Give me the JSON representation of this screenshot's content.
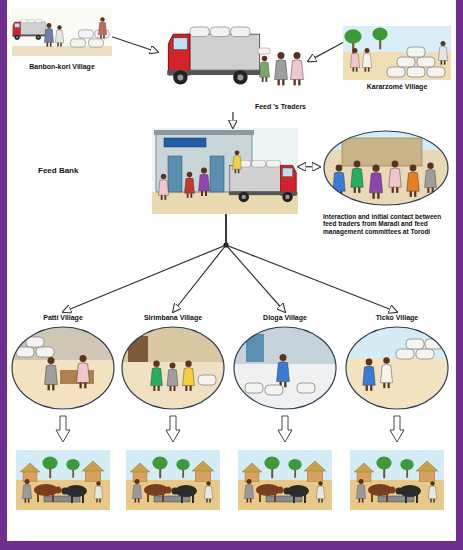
{
  "diagram": {
    "nodes": [
      {
        "text": [
          "Banbon-kori Village"
        ]
      },
      {
        "text": [
          "Kararzomé Village"
        ]
      },
      {
        "text": [
          "Feed 's Traders"
        ]
      },
      {
        "text": [
          "Feed Bank"
        ]
      },
      {
        "text": [
          "Interaction and initial contact between feed traders from Maradi and feed management committees at Torodi"
        ]
      },
      {
        "text": [
          "Patti Village"
        ]
      },
      {
        "text": [
          "Sirimbana Village"
        ]
      },
      {
        "text": [
          "Dioga Village"
        ]
      },
      {
        "text": [
          "Ticko Village"
        ]
      }
    ],
    "edges": [
      {
        "from": 0,
        "to": 2,
        "arrow": "to"
      },
      {
        "from": 1,
        "to": 2,
        "arrow": "to"
      },
      {
        "from": 2,
        "to": 3,
        "arrow": "to"
      },
      {
        "from": 3,
        "to": 4,
        "arrow": "both"
      },
      {
        "from": 3,
        "to": 5,
        "arrow": "to"
      },
      {
        "from": 3,
        "to": 6,
        "arrow": "to"
      },
      {
        "from": 3,
        "to": 7,
        "arrow": "to"
      },
      {
        "from": 3,
        "to": 8,
        "arrow": "to"
      }
    ]
  }
}
